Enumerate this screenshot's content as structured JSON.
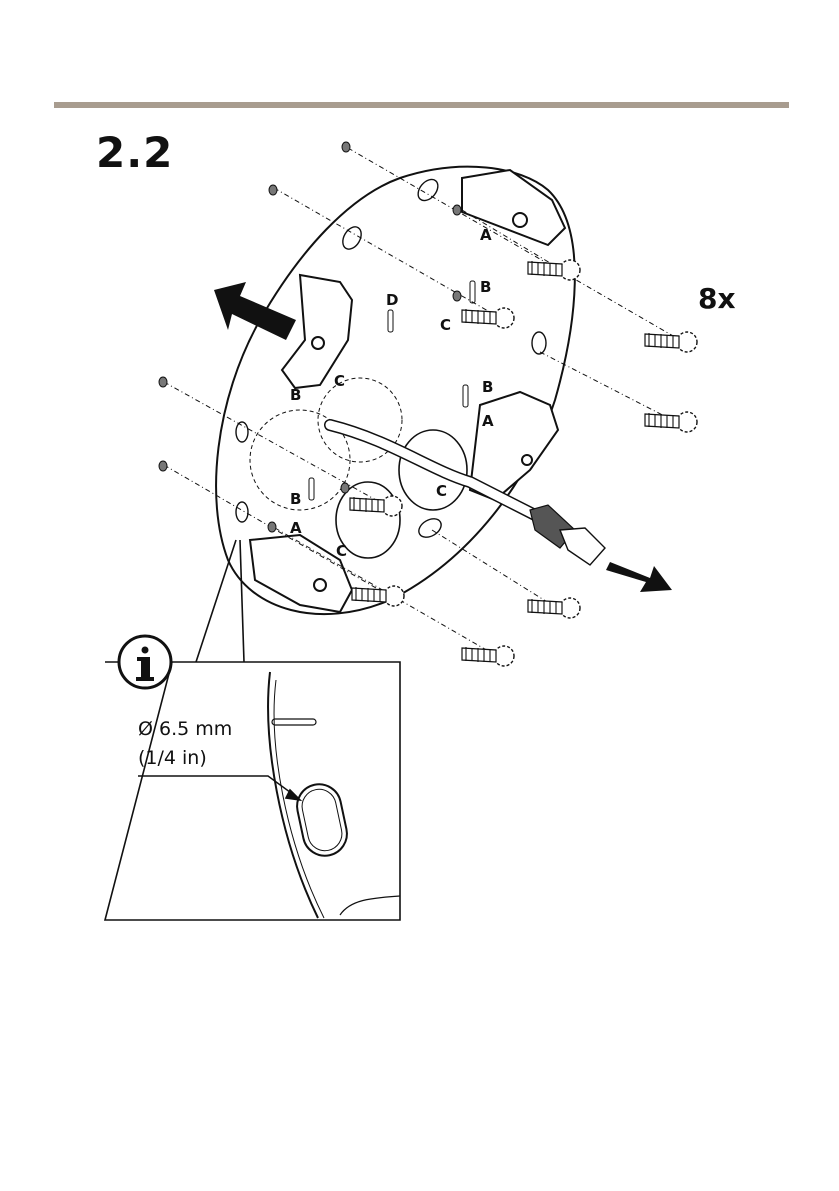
{
  "header": {
    "rule_color": "#a89c8f"
  },
  "step": {
    "number": "2.2"
  },
  "screws": {
    "count_label": "8x"
  },
  "mount_labels": [
    "A",
    "B",
    "C",
    "D"
  ],
  "info": {
    "icon": "info-icon",
    "hole_diameter": "Ø 6.5 mm",
    "hole_diameter_in": "(1/4 in)"
  },
  "icons": [
    "arrow-up-left-icon",
    "arrow-down-right-icon",
    "network-cable-icon",
    "screw-icon"
  ]
}
